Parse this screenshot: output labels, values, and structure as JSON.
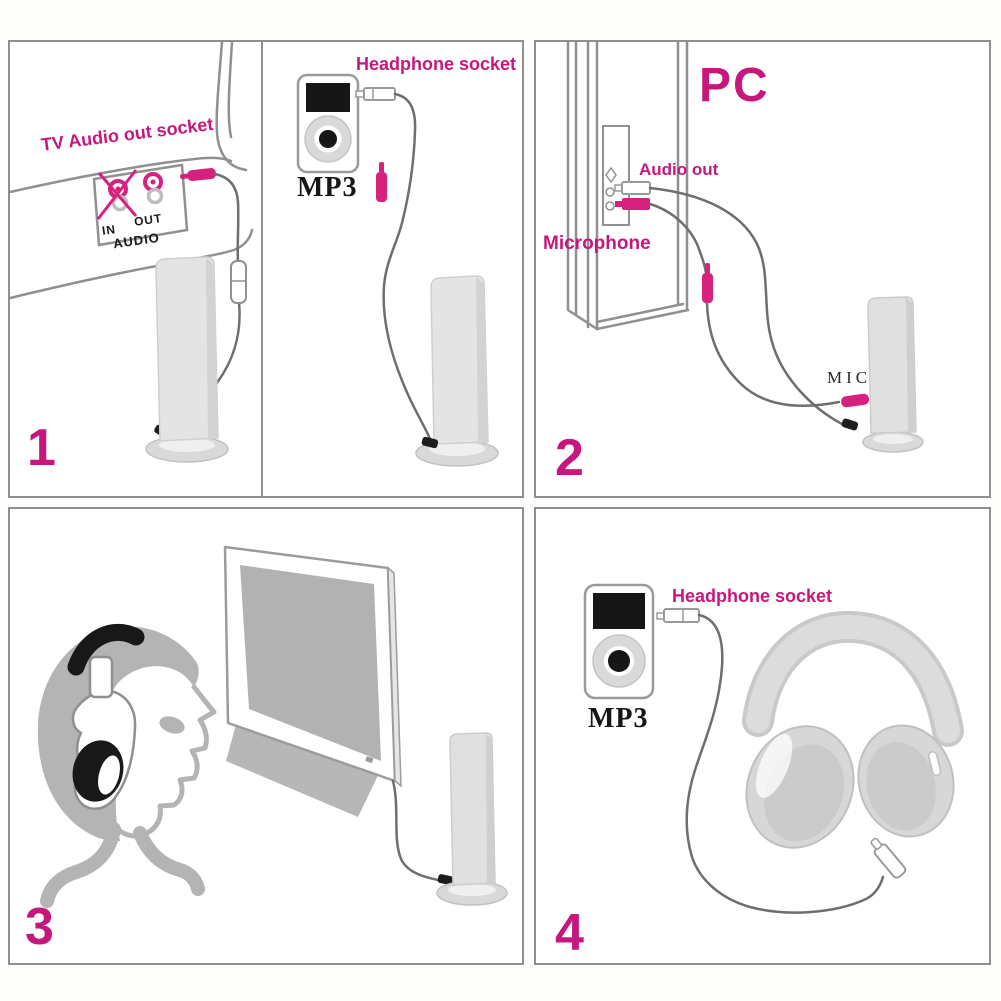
{
  "colors": {
    "accent": "#c6187c",
    "plug": "#d6217f",
    "line": "#8f8f8f",
    "cable": "#6e6e6e",
    "silhouette": "#b4b4b4",
    "screen-gray": "#b2b2b2",
    "device-gray": "#e2e2e2"
  },
  "panel1": {
    "number": "1",
    "tv_socket_label": "TV Audio out socket",
    "jack_in": "IN",
    "jack_out": "OUT",
    "jack_group": "AUDIO",
    "headphone_socket_label": "Headphone socket",
    "player_label": "MP3"
  },
  "panel2": {
    "number": "2",
    "pc_label": "PC",
    "audio_out_label": "Audio out",
    "microphone_label": "Microphone",
    "mic_plug_label": "MIC"
  },
  "panel3": {
    "number": "3"
  },
  "panel4": {
    "number": "4",
    "headphone_socket_label": "Headphone socket",
    "player_label": "MP3"
  }
}
